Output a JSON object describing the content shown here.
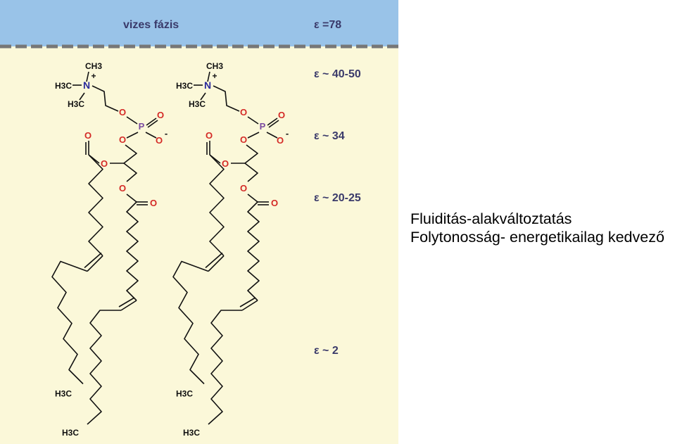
{
  "figure": {
    "water_phase_label": "vizes fázis",
    "epsilon_levels": [
      {
        "label": "ε =78"
      },
      {
        "label": "ε ~ 40-50"
      },
      {
        "label": "ε ~ 34"
      },
      {
        "label": "ε ~ 20-25"
      },
      {
        "label": "ε ~ 2"
      }
    ],
    "colors": {
      "water": "#99c3e8",
      "membrane": "#fbf8d9",
      "divider": "#777777",
      "oxygen": "#d42a26",
      "nitrogen": "#2a2a9c",
      "phosphorus": "#7a4aa0"
    },
    "atoms": {
      "methyl": "CH3",
      "n_methyl": "H3C",
      "nitrogen": "N",
      "charge_plus": "+",
      "phosphorus": "P",
      "oxygen": "O",
      "charge_minus": "-",
      "tail_end": "H3C"
    }
  },
  "caption": {
    "line1": "Fluiditás-alakváltoztatás",
    "line2": "Folytonosság- energetikailag kedvező"
  }
}
